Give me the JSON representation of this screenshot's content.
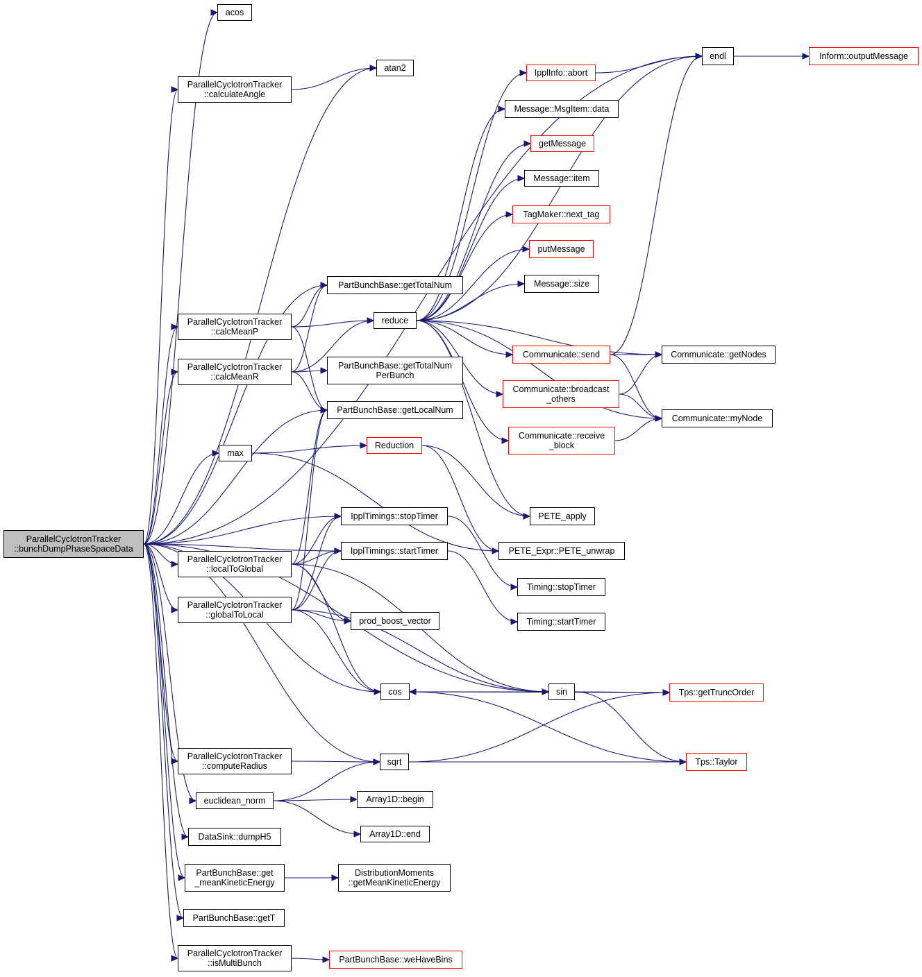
{
  "colors": {
    "edge": "#191970",
    "node_border": "#000000",
    "truncated_border": "#ff0000",
    "root_fill": "#bfbfbf"
  },
  "nodes": [
    {
      "id": "root",
      "lines": [
        "ParallelCyclotronTracker",
        "::bunchDumpPhaseSpaceData"
      ],
      "style": "root"
    },
    {
      "id": "acos",
      "lines": [
        "acos"
      ],
      "style": "normal"
    },
    {
      "id": "atan2",
      "lines": [
        "atan2"
      ],
      "style": "normal"
    },
    {
      "id": "calculateAngle",
      "lines": [
        "ParallelCyclotronTracker",
        "::calculateAngle"
      ],
      "style": "normal"
    },
    {
      "id": "getTotalNum",
      "lines": [
        "PartBunchBase::getTotalNum"
      ],
      "style": "normal"
    },
    {
      "id": "calcMeanP",
      "lines": [
        "ParallelCyclotronTracker",
        "::calcMeanP"
      ],
      "style": "normal"
    },
    {
      "id": "reduce",
      "lines": [
        "reduce"
      ],
      "style": "normal"
    },
    {
      "id": "calcMeanR",
      "lines": [
        "ParallelCyclotronTracker",
        "::calcMeanR"
      ],
      "style": "normal"
    },
    {
      "id": "getTotalNumPerBunch",
      "lines": [
        "PartBunchBase::getTotalNum",
        "PerBunch"
      ],
      "style": "normal"
    },
    {
      "id": "getLocalNum",
      "lines": [
        "PartBunchBase::getLocalNum"
      ],
      "style": "normal"
    },
    {
      "id": "max",
      "lines": [
        "max"
      ],
      "style": "normal"
    },
    {
      "id": "Reduction",
      "lines": [
        "Reduction"
      ],
      "style": "red"
    },
    {
      "id": "stopTimer",
      "lines": [
        "IpplTimings::stopTimer"
      ],
      "style": "normal"
    },
    {
      "id": "startTimer",
      "lines": [
        "IpplTimings::startTimer"
      ],
      "style": "normal"
    },
    {
      "id": "localToGlobal",
      "lines": [
        "ParallelCyclotronTracker",
        "::localToGlobal"
      ],
      "style": "normal"
    },
    {
      "id": "globalToLocal",
      "lines": [
        "ParallelCyclotronTracker",
        "::globalToLocal"
      ],
      "style": "normal"
    },
    {
      "id": "prod_boost_vector",
      "lines": [
        "prod_boost_vector"
      ],
      "style": "normal"
    },
    {
      "id": "cos",
      "lines": [
        "cos"
      ],
      "style": "normal"
    },
    {
      "id": "sin",
      "lines": [
        "sin"
      ],
      "style": "normal"
    },
    {
      "id": "computeRadius",
      "lines": [
        "ParallelCyclotronTracker",
        "::computeRadius"
      ],
      "style": "normal"
    },
    {
      "id": "sqrt",
      "lines": [
        "sqrt"
      ],
      "style": "normal"
    },
    {
      "id": "euclidean_norm",
      "lines": [
        "euclidean_norm"
      ],
      "style": "normal"
    },
    {
      "id": "begin",
      "lines": [
        "Array1D::begin"
      ],
      "style": "normal"
    },
    {
      "id": "end",
      "lines": [
        "Array1D::end"
      ],
      "style": "normal"
    },
    {
      "id": "dumpH5",
      "lines": [
        "DataSink::dumpH5"
      ],
      "style": "normal"
    },
    {
      "id": "meanKE",
      "lines": [
        "PartBunchBase::get",
        "_meanKineticEnergy"
      ],
      "style": "normal"
    },
    {
      "id": "getMeanKE",
      "lines": [
        "DistributionMoments",
        "::getMeanKineticEnergy"
      ],
      "style": "normal"
    },
    {
      "id": "getT",
      "lines": [
        "PartBunchBase::getT"
      ],
      "style": "normal"
    },
    {
      "id": "isMultiBunch",
      "lines": [
        "ParallelCyclotronTracker",
        "::isMultiBunch"
      ],
      "style": "normal"
    },
    {
      "id": "weHaveBins",
      "lines": [
        "PartBunchBase::weHaveBins"
      ],
      "style": "red"
    },
    {
      "id": "endl",
      "lines": [
        "endl"
      ],
      "style": "normal"
    },
    {
      "id": "outputMessage",
      "lines": [
        "Inform::outputMessage"
      ],
      "style": "red"
    },
    {
      "id": "abort",
      "lines": [
        "IpplInfo::abort"
      ],
      "style": "red"
    },
    {
      "id": "msgData",
      "lines": [
        "Message::MsgItem::data"
      ],
      "style": "normal"
    },
    {
      "id": "getMessage",
      "lines": [
        "getMessage"
      ],
      "style": "red"
    },
    {
      "id": "msgItem",
      "lines": [
        "Message::item"
      ],
      "style": "normal"
    },
    {
      "id": "next_tag",
      "lines": [
        "TagMaker::next_tag"
      ],
      "style": "red"
    },
    {
      "id": "putMessage",
      "lines": [
        "putMessage"
      ],
      "style": "red"
    },
    {
      "id": "msgSize",
      "lines": [
        "Message::size"
      ],
      "style": "normal"
    },
    {
      "id": "send",
      "lines": [
        "Communicate::send"
      ],
      "style": "red"
    },
    {
      "id": "getNodes",
      "lines": [
        "Communicate::getNodes"
      ],
      "style": "normal"
    },
    {
      "id": "broadcast",
      "lines": [
        "Communicate::broadcast",
        "_others"
      ],
      "style": "red"
    },
    {
      "id": "myNode",
      "lines": [
        "Communicate::myNode"
      ],
      "style": "normal"
    },
    {
      "id": "receive",
      "lines": [
        "Communicate::receive",
        "_block"
      ],
      "style": "red"
    },
    {
      "id": "PETE_apply",
      "lines": [
        "PETE_apply"
      ],
      "style": "normal"
    },
    {
      "id": "PETE_unwrap",
      "lines": [
        "PETE_Expr::PETE_unwrap"
      ],
      "style": "normal"
    },
    {
      "id": "timingStop",
      "lines": [
        "Timing::stopTimer"
      ],
      "style": "normal"
    },
    {
      "id": "timingStart",
      "lines": [
        "Timing::startTimer"
      ],
      "style": "normal"
    },
    {
      "id": "getTruncOrder",
      "lines": [
        "Tps::getTruncOrder"
      ],
      "style": "red"
    },
    {
      "id": "taylor",
      "lines": [
        "Tps::Taylor"
      ],
      "style": "red"
    }
  ],
  "edges": [
    [
      "root",
      "acos"
    ],
    [
      "root",
      "atan2"
    ],
    [
      "root",
      "calculateAngle"
    ],
    [
      "calculateAngle",
      "atan2"
    ],
    [
      "root",
      "endl"
    ],
    [
      "root",
      "getTotalNum"
    ],
    [
      "root",
      "calcMeanP"
    ],
    [
      "root",
      "calcMeanR"
    ],
    [
      "root",
      "getLocalNum"
    ],
    [
      "root",
      "max"
    ],
    [
      "root",
      "stopTimer"
    ],
    [
      "root",
      "startTimer"
    ],
    [
      "root",
      "localToGlobal"
    ],
    [
      "root",
      "globalToLocal"
    ],
    [
      "root",
      "cos"
    ],
    [
      "root",
      "sin"
    ],
    [
      "root",
      "sqrt"
    ],
    [
      "root",
      "computeRadius"
    ],
    [
      "root",
      "euclidean_norm"
    ],
    [
      "root",
      "dumpH5"
    ],
    [
      "root",
      "meanKE"
    ],
    [
      "root",
      "getT"
    ],
    [
      "root",
      "isMultiBunch"
    ],
    [
      "calcMeanP",
      "reduce"
    ],
    [
      "calcMeanP",
      "getTotalNum"
    ],
    [
      "calcMeanP",
      "getLocalNum"
    ],
    [
      "calcMeanR",
      "reduce"
    ],
    [
      "calcMeanR",
      "getTotalNum"
    ],
    [
      "calcMeanR",
      "getTotalNumPerBunch"
    ],
    [
      "calcMeanR",
      "getLocalNum"
    ],
    [
      "max",
      "Reduction"
    ],
    [
      "max",
      "PETE_unwrap"
    ],
    [
      "Reduction",
      "PETE_apply"
    ],
    [
      "Reduction",
      "PETE_unwrap"
    ],
    [
      "reduce",
      "endl"
    ],
    [
      "reduce",
      "abort"
    ],
    [
      "reduce",
      "msgData"
    ],
    [
      "reduce",
      "getMessage"
    ],
    [
      "reduce",
      "msgItem"
    ],
    [
      "reduce",
      "next_tag"
    ],
    [
      "reduce",
      "putMessage"
    ],
    [
      "reduce",
      "msgSize"
    ],
    [
      "reduce",
      "send"
    ],
    [
      "reduce",
      "getNodes"
    ],
    [
      "reduce",
      "broadcast"
    ],
    [
      "reduce",
      "receive"
    ],
    [
      "reduce",
      "myNode"
    ],
    [
      "reduce",
      "PETE_apply"
    ],
    [
      "abort",
      "endl"
    ],
    [
      "endl",
      "outputMessage"
    ],
    [
      "send",
      "endl"
    ],
    [
      "send",
      "getNodes"
    ],
    [
      "send",
      "myNode"
    ],
    [
      "broadcast",
      "getNodes"
    ],
    [
      "broadcast",
      "myNode"
    ],
    [
      "receive",
      "myNode"
    ],
    [
      "stopTimer",
      "timingStop"
    ],
    [
      "startTimer",
      "timingStart"
    ],
    [
      "localToGlobal",
      "stopTimer"
    ],
    [
      "localToGlobal",
      "startTimer"
    ],
    [
      "localToGlobal",
      "getLocalNum"
    ],
    [
      "localToGlobal",
      "prod_boost_vector"
    ],
    [
      "localToGlobal",
      "cos"
    ],
    [
      "localToGlobal",
      "sin"
    ],
    [
      "globalToLocal",
      "stopTimer"
    ],
    [
      "globalToLocal",
      "startTimer"
    ],
    [
      "globalToLocal",
      "getLocalNum"
    ],
    [
      "globalToLocal",
      "prod_boost_vector"
    ],
    [
      "globalToLocal",
      "cos"
    ],
    [
      "globalToLocal",
      "sin"
    ],
    [
      "cos",
      "sin"
    ],
    [
      "cos",
      "getTruncOrder"
    ],
    [
      "cos",
      "taylor"
    ],
    [
      "sin",
      "cos"
    ],
    [
      "sin",
      "getTruncOrder"
    ],
    [
      "sin",
      "taylor"
    ],
    [
      "sqrt",
      "getTruncOrder"
    ],
    [
      "sqrt",
      "taylor"
    ],
    [
      "computeRadius",
      "sqrt"
    ],
    [
      "euclidean_norm",
      "sqrt"
    ],
    [
      "euclidean_norm",
      "begin"
    ],
    [
      "euclidean_norm",
      "end"
    ],
    [
      "meanKE",
      "getMeanKE"
    ],
    [
      "isMultiBunch",
      "weHaveBins"
    ]
  ]
}
